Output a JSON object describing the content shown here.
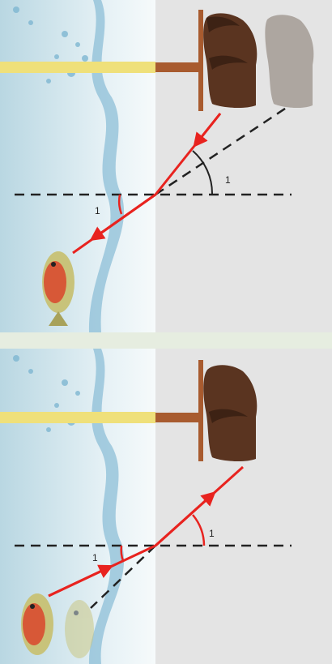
{
  "panels": [
    {
      "id": "top",
      "light_direction": "bear-to-fish",
      "angle_labels": [
        "1",
        "1"
      ],
      "has_virtual_image": "bear"
    },
    {
      "id": "bottom",
      "light_direction": "fish-to-bear",
      "angle_labels": [
        "1",
        "1"
      ],
      "has_virtual_image": "fish"
    }
  ],
  "colors": {
    "ray": "#e8231f",
    "water": "#cfe6ef",
    "air": "#e4e4e4",
    "wood": "#a85b2f",
    "bear": "#5a3420",
    "fish_body": "#c8c37a",
    "fish_belly": "#d9452b",
    "yellow_band": "#efe07a"
  }
}
